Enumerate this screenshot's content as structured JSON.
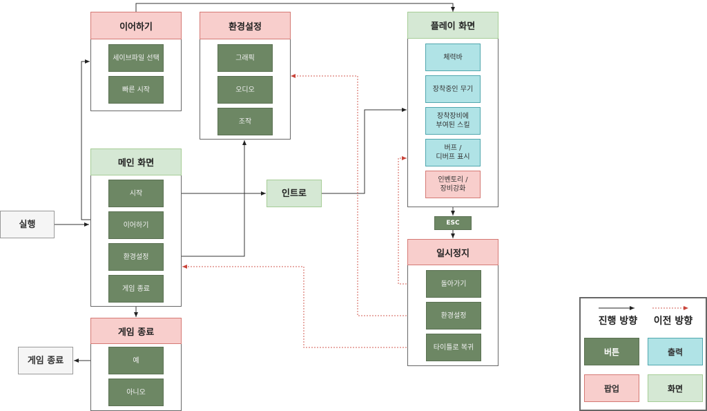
{
  "groups": {
    "continue_popup": {
      "title": "이어하기",
      "buttons": [
        "세이브파일 선택",
        "빠른 시작"
      ]
    },
    "settings_popup": {
      "title": "환경설정",
      "buttons": [
        "그래픽",
        "오디오",
        "조작"
      ]
    },
    "main_screen": {
      "title": "메인 화면",
      "buttons": [
        "시작",
        "이어하기",
        "환경설정",
        "게임 종료"
      ]
    },
    "quit_popup": {
      "title": "게임 종료",
      "buttons": [
        "예",
        "아니오"
      ]
    },
    "play_screen": {
      "title": "플레이 화면",
      "outputs": [
        "체력바",
        "장착중인 무기",
        "장착장비에\n부여된 스킬",
        "버프 /\n디버프 표시"
      ],
      "popup_item": "인벤토리 /\n장비강화"
    },
    "pause_popup": {
      "title": "일시정지",
      "buttons": [
        "돌아가기",
        "환경설정",
        "타이틀로 복귀"
      ]
    }
  },
  "nodes": {
    "run": "실행",
    "intro": "인트로",
    "esc": "ESC",
    "game_exit": "게임 종료"
  },
  "legend": {
    "forward_label": "진행 방향",
    "back_label": "이전 방향",
    "button": "버튼",
    "output": "출력",
    "popup": "팝업",
    "screen": "화면"
  },
  "colors": {
    "button": "#6d8764",
    "output": "#b0e3e6",
    "popup": "#f8cecc",
    "screen": "#d5e8d4",
    "forward_edge": "#333333",
    "back_edge": "#d0584f"
  }
}
